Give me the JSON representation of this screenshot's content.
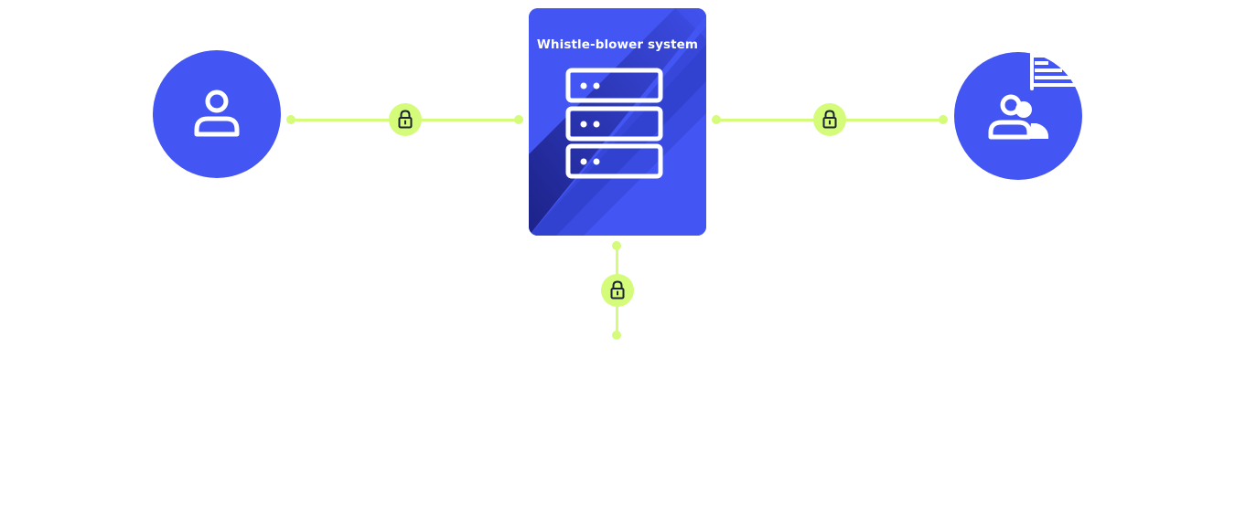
{
  "diagram": {
    "server": {
      "title": "Whistle-blower system",
      "icon": "server-stack-icon"
    },
    "nodes": [
      {
        "id": "reporter",
        "icon": "user-icon"
      },
      {
        "id": "case-handlers",
        "icon": "user-group-flag-icon"
      }
    ],
    "connections": [
      {
        "from": "reporter",
        "to": "server",
        "encrypted": true,
        "icon": "lock-icon"
      },
      {
        "from": "server",
        "to": "case-handlers",
        "encrypted": true,
        "icon": "lock-icon"
      },
      {
        "from": "server",
        "to": "downstream",
        "encrypted": true,
        "icon": "lock-icon"
      }
    ],
    "colors": {
      "node_fill": "#4355f2",
      "card_dark": "#1f2590",
      "connector": "#d4fb79",
      "lock_stroke": "#1c2336",
      "icon_stroke": "#ffffff"
    }
  }
}
